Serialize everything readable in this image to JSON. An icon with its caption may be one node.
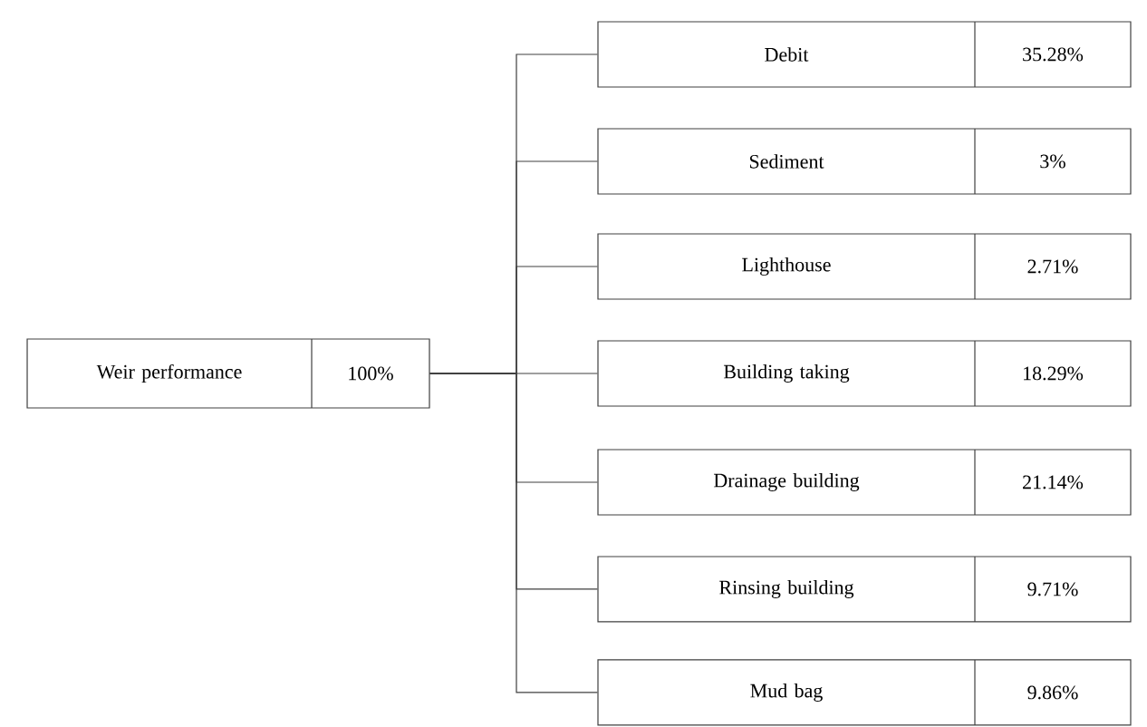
{
  "diagram": {
    "nodes": [
      {
        "text": [
          "Weir performance",
          "100%"
        ]
      },
      {
        "text": [
          "Debit",
          "35.28%"
        ]
      },
      {
        "text": [
          "Sediment",
          "3%"
        ]
      },
      {
        "text": [
          "Lighthouse",
          "2.71%"
        ]
      },
      {
        "text": [
          "Building taking",
          "18.29%"
        ]
      },
      {
        "text": [
          "Drainage building",
          "21.14%"
        ]
      },
      {
        "text": [
          "Rinsing building",
          "9.71%"
        ]
      },
      {
        "text": [
          "Mud bag",
          "9.86%"
        ]
      }
    ],
    "edges": [
      {
        "from": 0,
        "to": 1,
        "arrow": "none"
      },
      {
        "from": 0,
        "to": 2,
        "arrow": "none"
      },
      {
        "from": 0,
        "to": 3,
        "arrow": "none"
      },
      {
        "from": 0,
        "to": 4,
        "arrow": "none"
      },
      {
        "from": 0,
        "to": 5,
        "arrow": "none"
      },
      {
        "from": 0,
        "to": 6,
        "arrow": "none"
      },
      {
        "from": 0,
        "to": 7,
        "arrow": "none"
      }
    ]
  }
}
